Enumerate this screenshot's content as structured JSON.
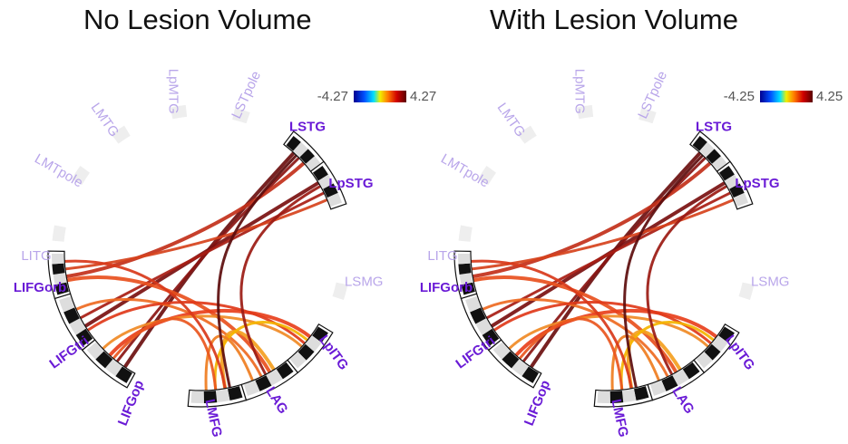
{
  "panels": [
    {
      "title": "No Lesion Volume",
      "colorbar": {
        "min": "-4.27",
        "max": "4.27"
      }
    },
    {
      "title": "With Lesion Volume",
      "colorbar": {
        "min": "-4.25",
        "max": "4.25"
      }
    }
  ],
  "nodes": [
    {
      "id": "LSTG",
      "label": "LSTG",
      "active": true
    },
    {
      "id": "LpSTG",
      "label": "LpSTG",
      "active": true
    },
    {
      "id": "LSMG",
      "label": "LSMG",
      "active": false
    },
    {
      "id": "LpITG",
      "label": "LpITG",
      "active": true
    },
    {
      "id": "LAG",
      "label": "LAG",
      "active": true
    },
    {
      "id": "LMFG",
      "label": "LMFG",
      "active": true
    },
    {
      "id": "LIFGop",
      "label": "LIFGop",
      "active": true
    },
    {
      "id": "LIFGtri",
      "label": "LIFGtri",
      "active": true
    },
    {
      "id": "LIFGorb",
      "label": "LIFGorb",
      "active": true
    },
    {
      "id": "LITG",
      "label": "LITG",
      "active": false
    },
    {
      "id": "LMTpole",
      "label": "LMTpole",
      "active": false
    },
    {
      "id": "LMTG",
      "label": "LMTG",
      "active": false
    },
    {
      "id": "LpMTG",
      "label": "LpMTG",
      "active": false
    },
    {
      "id": "LSTpole",
      "label": "LSTpole",
      "active": false
    }
  ],
  "colors": {
    "active_label": "#6a1bd6",
    "inactive_label": "#b9a6ea",
    "inactive_segment": "#eeeeee",
    "chord_low": "#f4b400",
    "chord_mid": "#e8401c",
    "chord_high": "#6b0f0f"
  }
}
